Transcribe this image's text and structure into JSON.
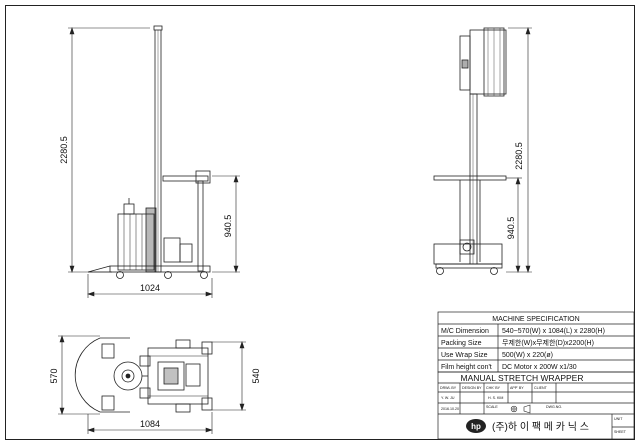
{
  "dimensions": {
    "side_height": "2280.5",
    "side_table_height": "940.5",
    "side_length": "1024",
    "front_height": "2280.5",
    "front_table_height": "940.5",
    "plan_depth": "570",
    "plan_width": "540",
    "plan_length": "1084"
  },
  "spec_table": {
    "header": "MACHINE SPECIFICATION",
    "rows": [
      {
        "label": "M/C Dimension",
        "value": "540~570(W) x 1084(L) x 2280(H)"
      },
      {
        "label": "Packing Size",
        "value": "무제한(W)x무제한(D)x2200(H)"
      },
      {
        "label": "Use Wrap Size",
        "value": "500(W) x 220(ø)"
      },
      {
        "label": "Film height con't",
        "value": "DC Motor x 200W x1/30"
      }
    ]
  },
  "title_block": {
    "title": "MANUAL STRETCH WRAPPER",
    "company": "(주)하 이 팩 메 카 닉 스",
    "logo_text": "hp",
    "small_labels": {
      "drwn_by": "DRWL BY",
      "desgn_by": "DESIGN BY",
      "chk_by": "CHK' BY",
      "appr_by": "APP' BY",
      "client": "CLIENT",
      "sign_a": "Y. W. JU",
      "sign_b": "H. S. KIM",
      "date": "2016.10.20",
      "scale": "SCALE",
      "dwg_no": "DWG.NO.",
      "unit": "UNIT",
      "sheet": "SHEET"
    }
  }
}
